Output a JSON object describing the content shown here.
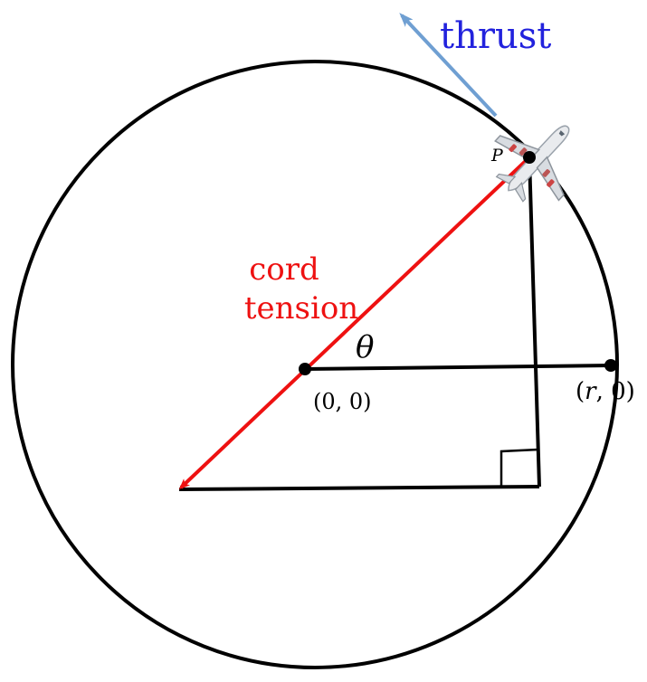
{
  "labels": {
    "thrust": "thrust",
    "cord_line1": "cord",
    "cord_line2": "tension",
    "theta": "θ",
    "point_p": "P",
    "origin": "(0, 0)",
    "r_point_prefix": "(",
    "r_point_var": "r",
    "r_point_suffix": ", 0)"
  },
  "colors": {
    "circle": "#000000",
    "cord": "#ee1111",
    "thrust_arrow": "#6f9fd2",
    "thrust_text": "#2222dd",
    "cord_text": "#ee1111"
  },
  "icons": {
    "plane": "airplane-icon"
  }
}
